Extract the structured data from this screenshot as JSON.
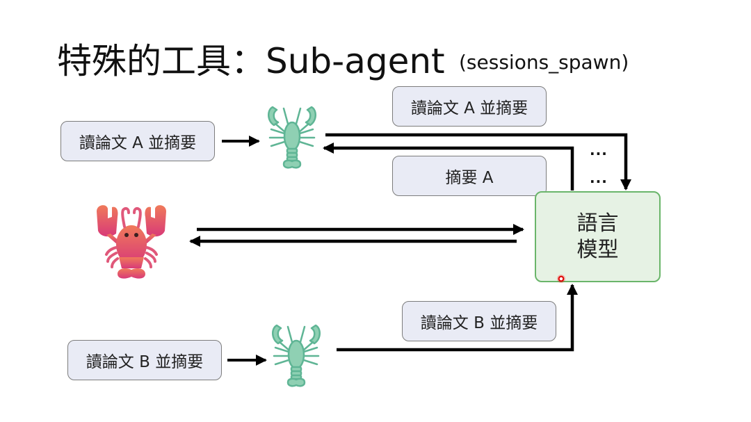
{
  "title": "特殊的工具：Sub-agent",
  "subtitle": "(sessions_spawn)",
  "colors": {
    "box_fill": "#e9ebf5",
    "box_border": "#7c7c7c",
    "lm_fill": "#e6f2e4",
    "lm_border": "#6ab56a",
    "subagent_lobster": "#5fb595",
    "main_lobster": "#e8585e",
    "arrow": "#000000"
  },
  "diagram": {
    "task_a_input": "讀論文 A 並摘要",
    "task_a_forward": "讀論文 A 並摘要",
    "summary_a": "摘要 A",
    "task_b_input": "讀論文 B 並摘要",
    "task_b_forward": "讀論文 B 並摘要",
    "ellipsis_1": "...",
    "ellipsis_2": "...",
    "language_model": {
      "line1": "語言",
      "line2": "模型"
    },
    "icons": {
      "main_agent": "lobster-icon (red)",
      "sub_agent_a": "lobster-icon (green)",
      "sub_agent_b": "lobster-icon (green)"
    }
  }
}
